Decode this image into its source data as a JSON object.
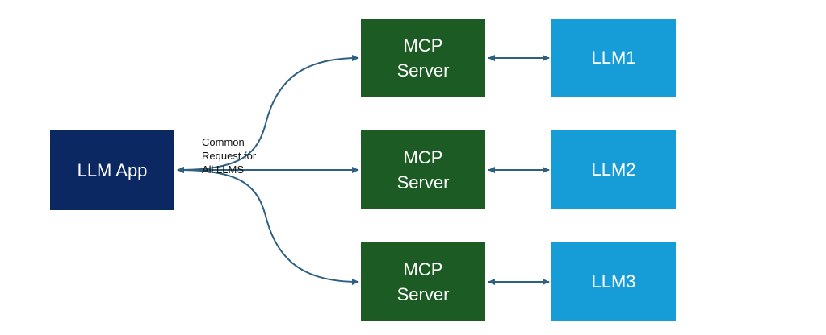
{
  "colors": {
    "app_box": "#0b2863",
    "mcp_box": "#1c5b23",
    "llm_box": "#169cd6",
    "connector": "#2e6080",
    "note_text": "#111111"
  },
  "nodes": {
    "app": {
      "label": "LLM App"
    },
    "mcp_servers": [
      {
        "label": "MCP\nServer"
      },
      {
        "label": "MCP\nServer"
      },
      {
        "label": "MCP\nServer"
      }
    ],
    "llms": [
      {
        "label": "LLM1"
      },
      {
        "label": "LLM2"
      },
      {
        "label": "LLM3"
      }
    ]
  },
  "annotation": {
    "text": "Common\nRequest for\nAll LLMS"
  },
  "edges": [
    {
      "from": "LLM App",
      "to": "MCP Server 1",
      "direction": "both"
    },
    {
      "from": "LLM App",
      "to": "MCP Server 2",
      "direction": "both"
    },
    {
      "from": "LLM App",
      "to": "MCP Server 3",
      "direction": "both"
    },
    {
      "from": "MCP Server 1",
      "to": "LLM1",
      "direction": "both"
    },
    {
      "from": "MCP Server 2",
      "to": "LLM2",
      "direction": "both"
    },
    {
      "from": "MCP Server 3",
      "to": "LLM3",
      "direction": "both"
    }
  ]
}
